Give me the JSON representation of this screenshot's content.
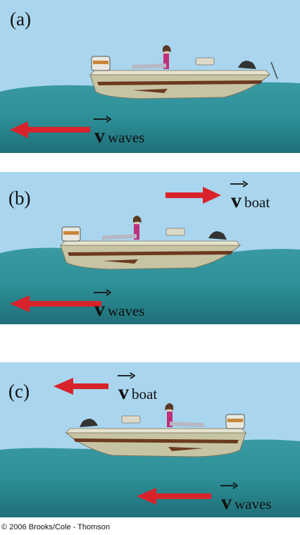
{
  "panels": [
    {
      "label": "(a)",
      "arrows": [
        {
          "direction": "left",
          "symbol": "v",
          "subscript": "waves"
        }
      ]
    },
    {
      "label": "(b)",
      "arrows": [
        {
          "direction": "right",
          "symbol": "v",
          "subscript": "boat"
        },
        {
          "direction": "left",
          "symbol": "v",
          "subscript": "waves"
        }
      ]
    },
    {
      "label": "(c)",
      "arrows": [
        {
          "direction": "left",
          "symbol": "v",
          "subscript": "boat"
        },
        {
          "direction": "left",
          "symbol": "v",
          "subscript": "waves"
        }
      ]
    }
  ],
  "credit": "© 2006 Brooks/Cole - Thomson",
  "colors": {
    "sky": "#a9d6ee",
    "water": "#2d8f97",
    "arrow": "#d8232b",
    "hull": "#c7c4a4",
    "stripe": "#6b3a1f"
  }
}
